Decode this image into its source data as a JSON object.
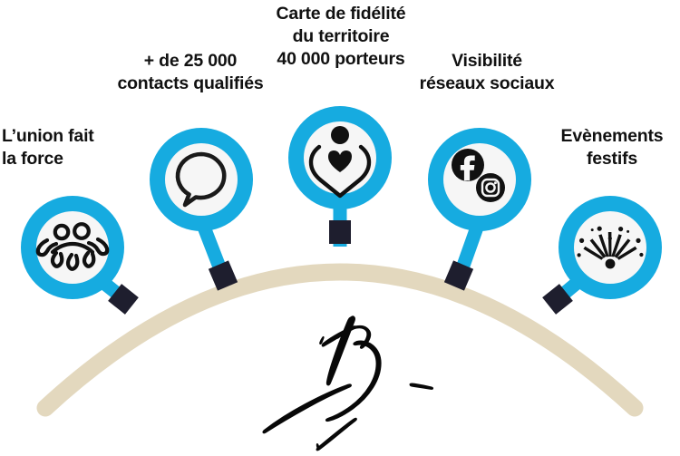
{
  "infographic": {
    "title_logo": "b-brush-signature-logo",
    "colors": {
      "accent_blue": "#16ABE0",
      "arc_beige": "#E3D8BE",
      "connector_navy": "#1E1E2E",
      "inner_circle": "#F6F6F6",
      "text": "#111111",
      "background": "#FFFFFF"
    },
    "arc": {
      "name": "beige-arc",
      "cap": "round"
    },
    "nodes": [
      {
        "id": "node-union",
        "label": "L’union fait\nla force",
        "icon": "people-group-icon",
        "icon_label": "people-group"
      },
      {
        "id": "node-contacts",
        "label": "+ de 25 000\ncontacts qualifiés",
        "icon": "speech-bubble-icon",
        "icon_label": "speech-bubble"
      },
      {
        "id": "node-loyalty-card",
        "label": "Carte de fidélité\ndu territoire\n40 000 porteurs",
        "icon": "person-heart-icon",
        "icon_label": "person-heart"
      },
      {
        "id": "node-social",
        "label": "Visibilité\nréseaux sociaux",
        "icon": "social-networks-icon",
        "icon_label": "facebook-instagram"
      },
      {
        "id": "node-events",
        "label": "Evènements\nfestifs",
        "icon": "firework-icon",
        "icon_label": "firework"
      }
    ]
  }
}
